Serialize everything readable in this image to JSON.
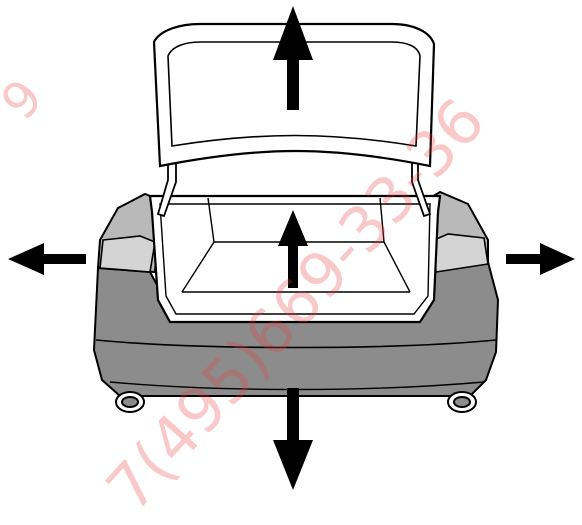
{
  "diagram": {
    "subject": "car trunk opening diagram",
    "arrows": [
      "up",
      "up",
      "left",
      "right",
      "down"
    ]
  },
  "watermark": {
    "text": "7(495)669-33-36",
    "leading_fragment": "9",
    "color": "#eb3c3c"
  }
}
